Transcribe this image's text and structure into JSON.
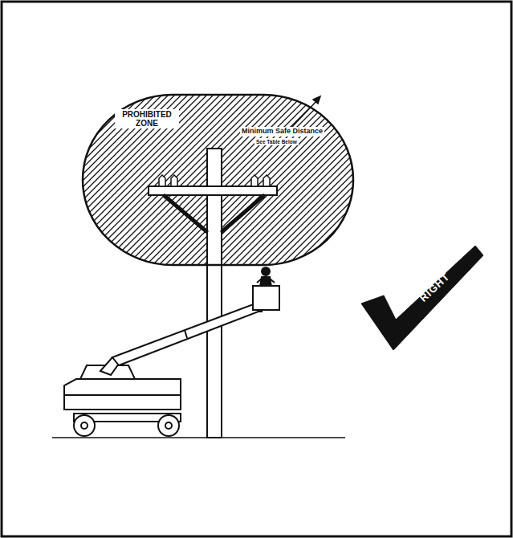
{
  "diagram": {
    "nodes": [
      {
        "text": [
          "PROHIBITED ZONE",
          "Minimum Safe Distance",
          "See Table Below"
        ]
      },
      {
        "text": [
          "RIGHT"
        ]
      }
    ]
  }
}
